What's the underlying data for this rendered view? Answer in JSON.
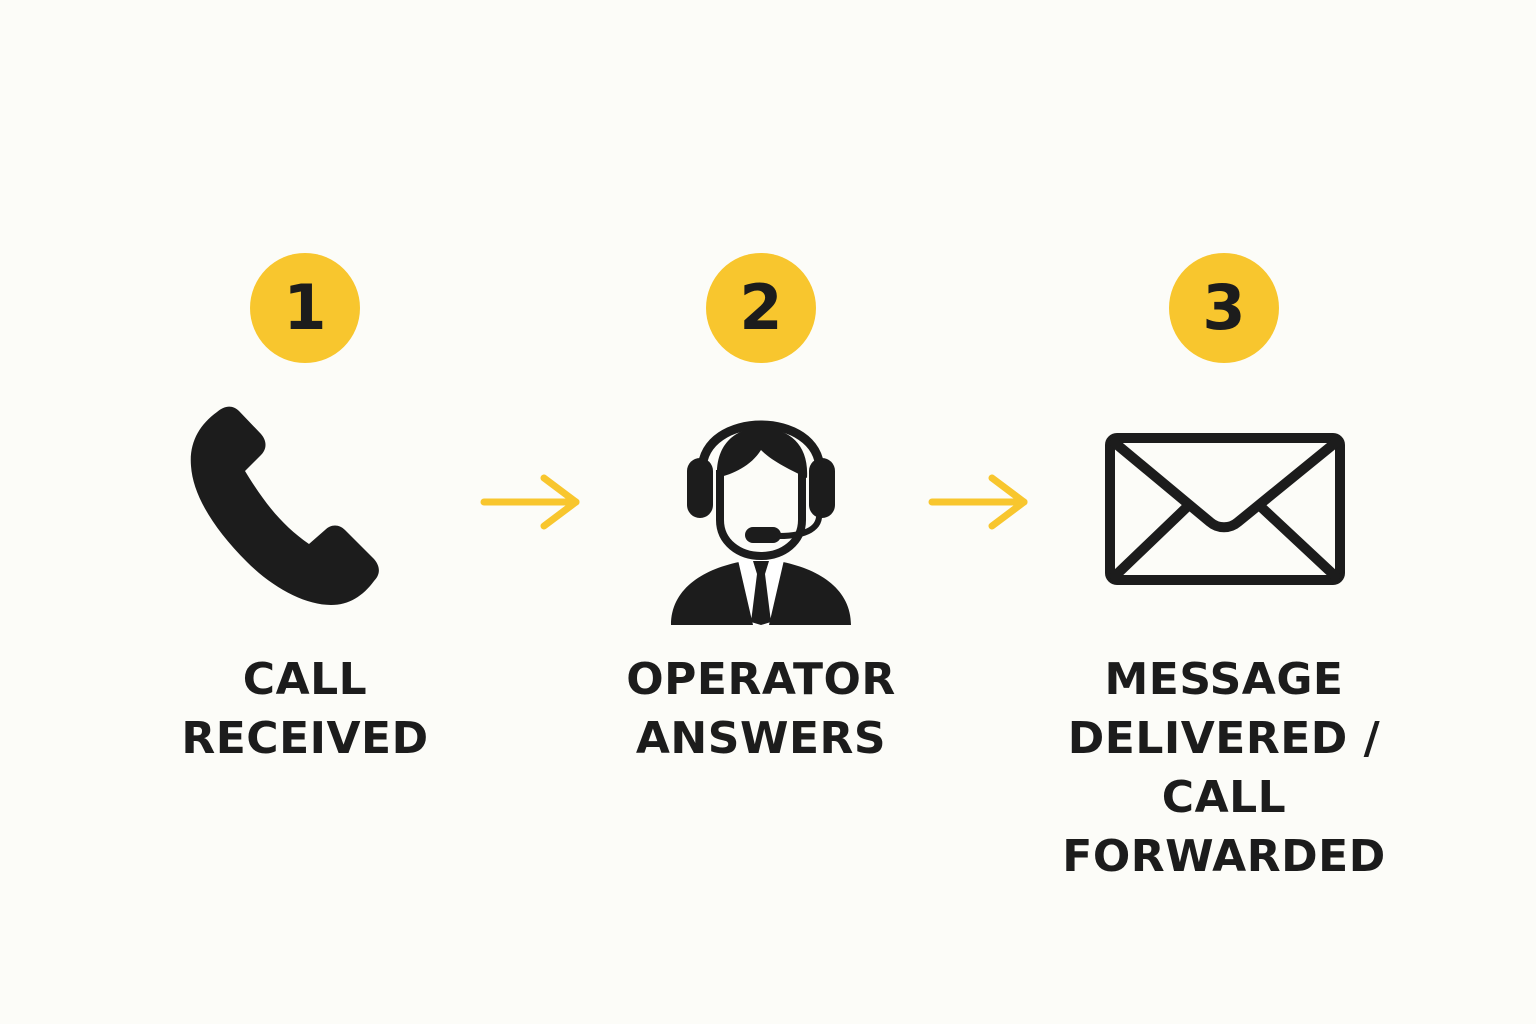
{
  "colors": {
    "accent": "#f8c62e",
    "ink": "#1c1c1c",
    "background": "#fcfcf8"
  },
  "steps": [
    {
      "number": "1",
      "icon": "phone-icon",
      "label_lines": [
        "CALL",
        "RECEIVED"
      ]
    },
    {
      "number": "2",
      "icon": "operator-headset-icon",
      "label_lines": [
        "OPERATOR",
        "ANSWERS"
      ]
    },
    {
      "number": "3",
      "icon": "envelope-icon",
      "label_lines": [
        "MESSAGE",
        "DELIVERED /",
        "CALL FORWARDED"
      ]
    }
  ],
  "connectors": [
    {
      "from": "1",
      "to": "2",
      "icon": "arrow-right-icon"
    },
    {
      "from": "2",
      "to": "3",
      "icon": "arrow-right-icon"
    }
  ]
}
